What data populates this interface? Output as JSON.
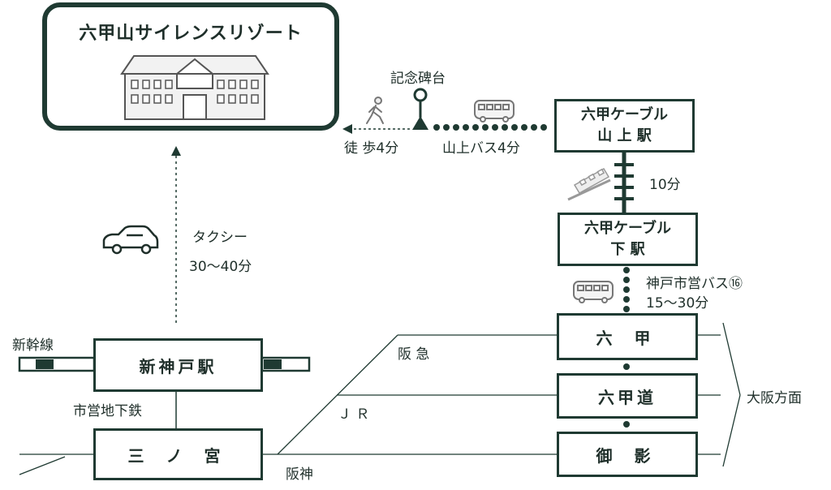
{
  "resort": {
    "title": "六甲山サイレンスリゾート"
  },
  "monument": {
    "label": "記念碑台"
  },
  "walk": {
    "label": "徒 歩4分"
  },
  "summit_bus": {
    "label": "山上バス4分"
  },
  "cable_top": {
    "line1": "六甲ケーブル",
    "line2": "山 上 駅"
  },
  "cable": {
    "time": "10分"
  },
  "cable_bottom": {
    "line1": "六甲ケーブル",
    "line2": "下 駅"
  },
  "city_bus": {
    "line1": "神戸市営バス⑯",
    "line2": "15～30分"
  },
  "taxi": {
    "line1": "タクシー",
    "line2": "30～40分"
  },
  "shinkansen": {
    "label": "新幹線"
  },
  "shinkobe": {
    "label": "新神戸駅"
  },
  "subway": {
    "label": "市営地下鉄"
  },
  "sannomiya": {
    "label": "三 ノ 宮"
  },
  "lines": {
    "hankyu": "阪 急",
    "jr": "Ｊ Ｒ",
    "hanshin": "阪神"
  },
  "rokko": {
    "label": "六 甲"
  },
  "rokkomichi": {
    "label": "六甲道"
  },
  "mikage": {
    "label": "御 影"
  },
  "osaka": {
    "label": "大阪方面"
  },
  "colors": {
    "frame": "#1f3a32",
    "ink": "#1f2f2a",
    "icon": "#555555",
    "fill": "#f2f2f2"
  }
}
